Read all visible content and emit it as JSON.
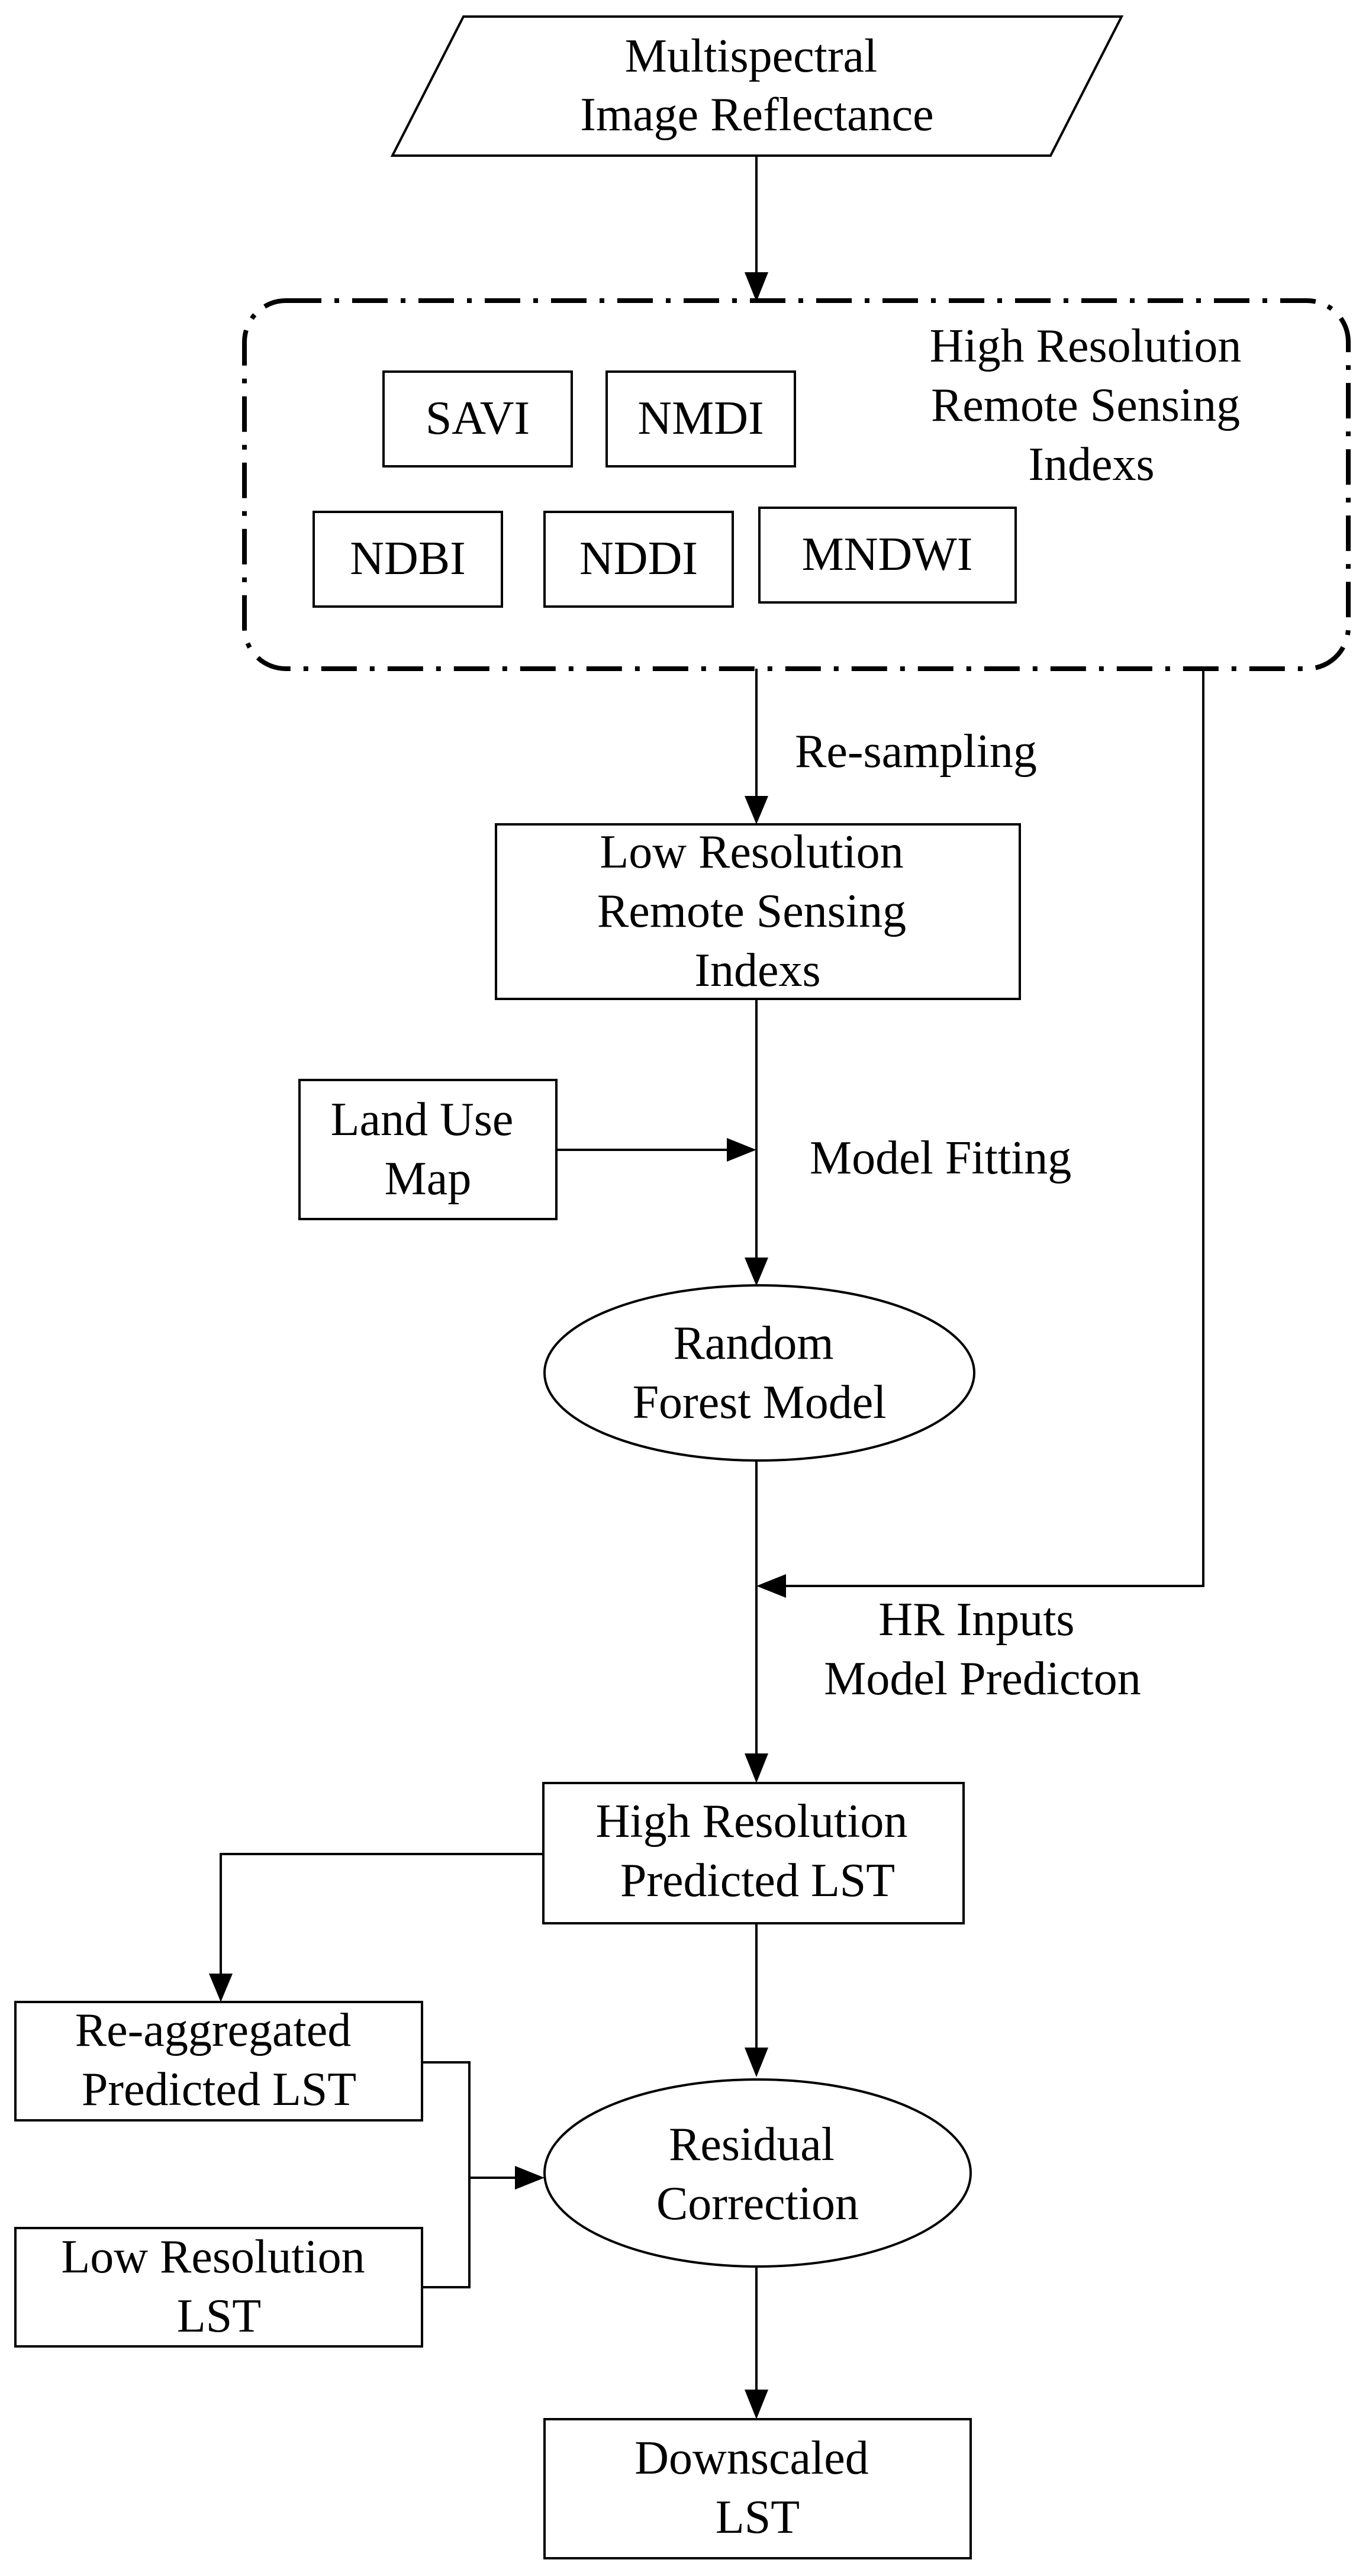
{
  "nodes": {
    "input": {
      "lines": [
        "Multispectral",
        "Image Reflectance"
      ]
    },
    "hr_group_title": {
      "lines": [
        "High Resolution",
        "Remote Sensing",
        "Indexs"
      ]
    },
    "savi": {
      "lines": [
        "SAVI"
      ]
    },
    "nmdi": {
      "lines": [
        "NMDI"
      ]
    },
    "ndbi": {
      "lines": [
        "NDBI"
      ]
    },
    "nddi": {
      "lines": [
        "NDDI"
      ]
    },
    "mndwi": {
      "lines": [
        "MNDWI"
      ]
    },
    "low_res_indexs": {
      "lines": [
        "Low Resolution",
        "Remote Sensing",
        "Indexs"
      ]
    },
    "land_use_map": {
      "lines": [
        "Land Use",
        "Map"
      ]
    },
    "random_forest": {
      "lines": [
        "Random",
        "Forest Model"
      ]
    },
    "hr_predicted": {
      "lines": [
        "High Resolution",
        "Predicted LST"
      ]
    },
    "reaggregated": {
      "lines": [
        "Re-aggregated",
        "Predicted LST"
      ]
    },
    "low_res_lst": {
      "lines": [
        "Low Resolution",
        "LST"
      ]
    },
    "residual": {
      "lines": [
        "Residual",
        "Correction"
      ]
    },
    "downscaled": {
      "lines": [
        "Downscaled",
        "LST"
      ]
    }
  },
  "edge_labels": {
    "resampling": {
      "lines": [
        "Re-sampling"
      ]
    },
    "model_fitting": {
      "lines": [
        "Model Fitting"
      ]
    },
    "hr_inputs": {
      "lines": [
        "HR Inputs",
        "Model Predicton"
      ]
    }
  }
}
